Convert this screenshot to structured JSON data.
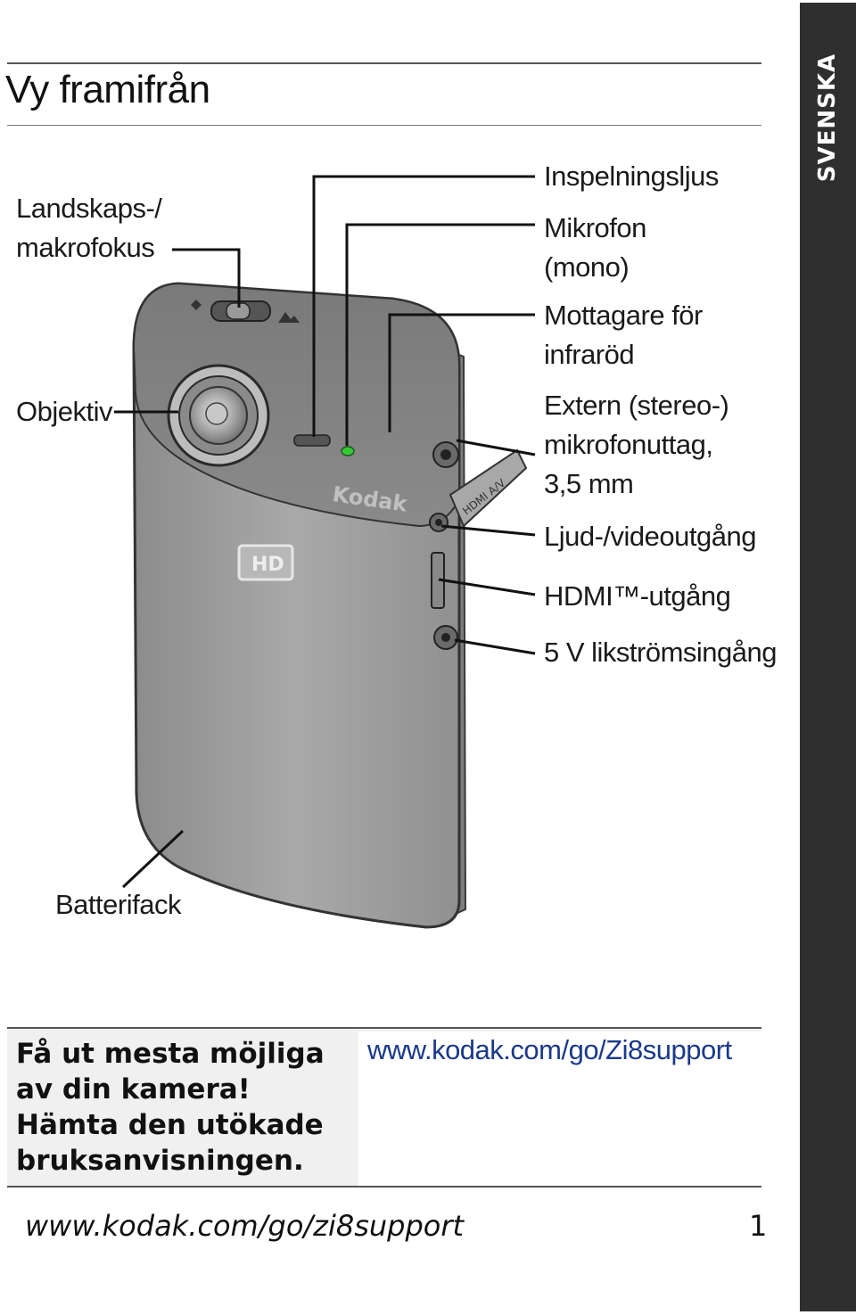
{
  "side_tab": {
    "label": "SVENSKA"
  },
  "page": {
    "title": "Vy framifrån",
    "footer_url": "www.kodak.com/go/zi8support",
    "page_number": "1"
  },
  "camera": {
    "brand": "Kodak",
    "badge": "HD",
    "door_label": "HDMI A/V",
    "callouts": {
      "landscape_macro": [
        "Landskaps-/",
        "makrofokus"
      ],
      "lens": "Objektiv",
      "recording_light": "Inspelningsljus",
      "microphone": [
        "Mikrofon",
        "(mono)"
      ],
      "ir_receiver": [
        "Mottagare för",
        "infraröd"
      ],
      "ext_mic": [
        "Extern (stereo-)",
        "mikrofonuttag,",
        "3,5 mm"
      ],
      "av_out": "Ljud-/videoutgång",
      "hdmi_out": "HDMI™-utgång",
      "dc_in": "5 V likströmsingång",
      "battery": "Batterifack"
    }
  },
  "bottom_box": {
    "text": [
      "Få ut mesta möjliga",
      "av din kamera!",
      "Hämta den utökade",
      "bruksanvisningen."
    ],
    "url": "www.kodak.com/go/Zi8support"
  },
  "colors": {
    "tab": "#2f2f2f",
    "led": "#37c837",
    "link": "#1a3a8a"
  }
}
